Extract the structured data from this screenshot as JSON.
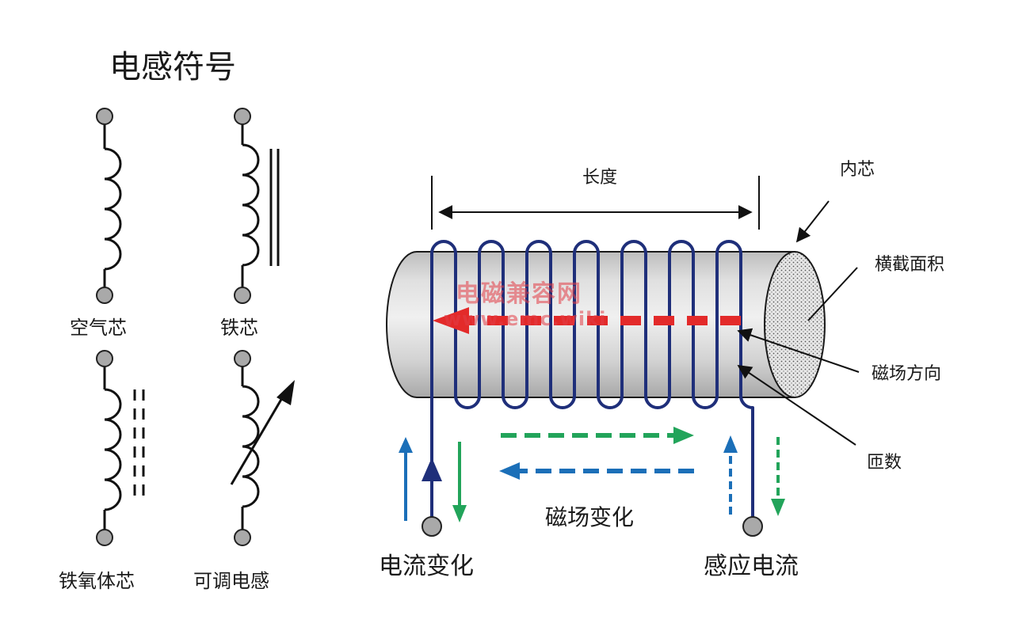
{
  "title": "电感符号",
  "symbols": {
    "air_core": "空气芯",
    "iron_core": "铁芯",
    "ferrite_core": "铁氧体芯",
    "adjustable": "可调电感"
  },
  "coil_diagram": {
    "length": "长度",
    "core": "内芯",
    "cross_section": "横截面积",
    "field_direction": "磁场方向",
    "turns": "匝数",
    "field_change": "磁场变化",
    "current_change": "电流变化",
    "induced_current": "感应电流"
  },
  "watermark": {
    "name": "电磁兼容网",
    "url": "www.emc.wiki"
  },
  "colors": {
    "wire": "#1f2f7a",
    "field_arrow": "#e32a2a",
    "green_arrow": "#22a45a",
    "blue_arrow": "#1b6fb8",
    "terminal": "#a9a9a9"
  }
}
